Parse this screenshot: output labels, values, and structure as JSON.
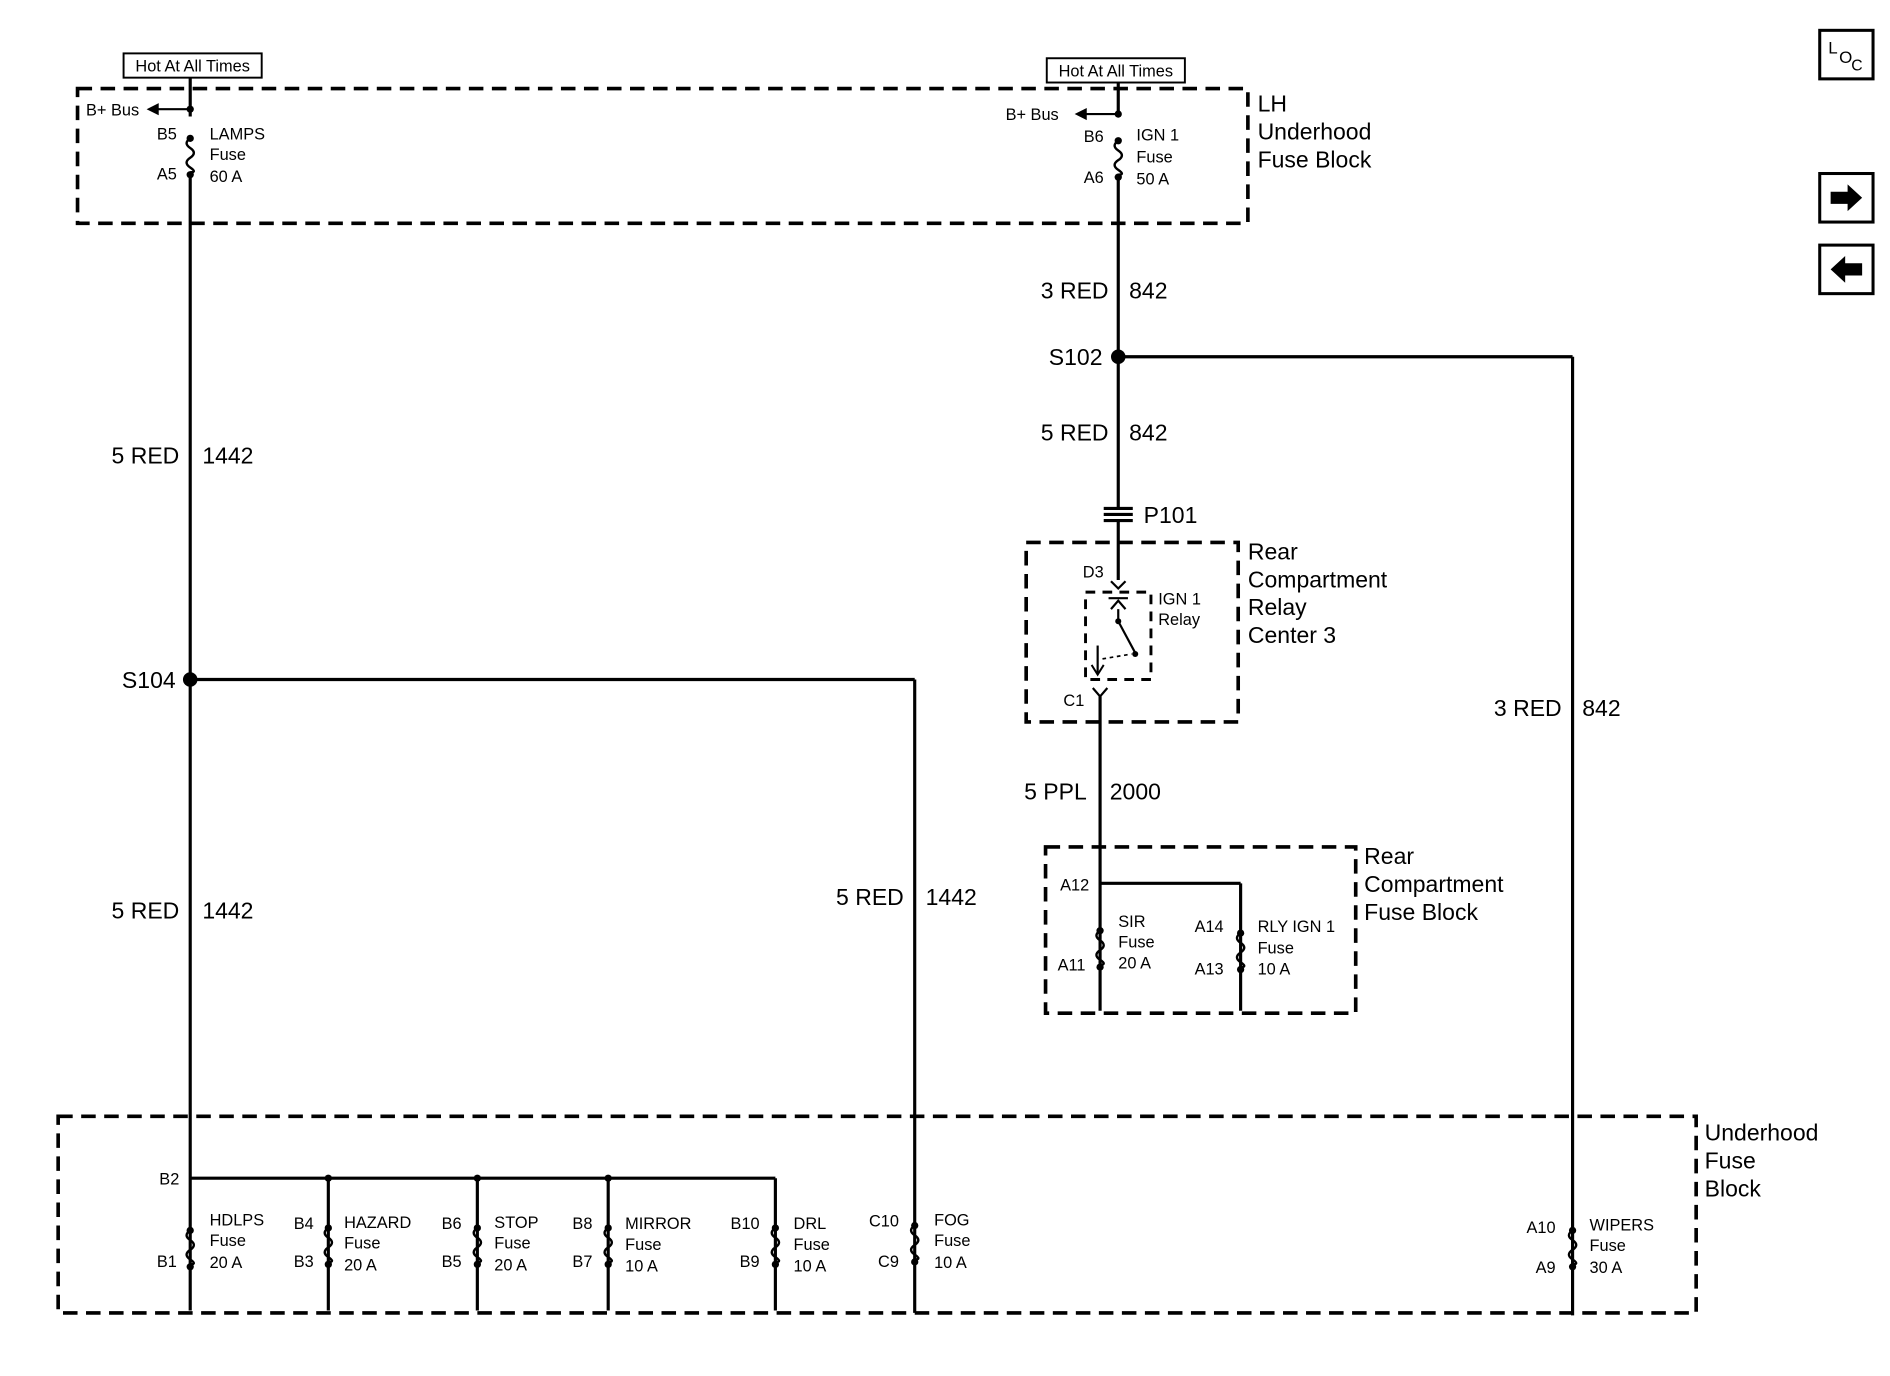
{
  "hot_label": "Hot At All Times",
  "bus_label": "B+ Bus",
  "fuse_word": "Fuse",
  "lh_block": {
    "line1": "LH",
    "line2": "Underhood",
    "line3": "Fuse Block"
  },
  "lamps_fuse": {
    "name": "LAMPS",
    "rating": "60 A",
    "pin_top": "B5",
    "pin_bottom": "A5"
  },
  "ign1_fuse": {
    "name": "IGN 1",
    "rating": "50 A",
    "pin_top": "B6",
    "pin_bottom": "A6"
  },
  "wires": {
    "w1442_top": {
      "gauge": "5 RED",
      "circuit": "1442"
    },
    "w1442_bottom": {
      "gauge": "5 RED",
      "circuit": "1442"
    },
    "w1442_fog": {
      "gauge": "5 RED",
      "circuit": "1442"
    },
    "w842_top": {
      "gauge": "3 RED",
      "circuit": "842"
    },
    "w842_mid": {
      "gauge": "5 RED",
      "circuit": "842"
    },
    "w842_right": {
      "gauge": "3 RED",
      "circuit": "842"
    },
    "w2000": {
      "gauge": "5 PPL",
      "circuit": "2000"
    }
  },
  "splices": {
    "s102": "S102",
    "s104": "S104"
  },
  "connector": "P101",
  "relay_center": {
    "line1": "Rear",
    "line2": "Compartment",
    "line3": "Relay",
    "line4": "Center 3",
    "pin_top": "D3",
    "pin_bottom": "C1",
    "relay_name": "IGN 1",
    "relay_word": "Relay"
  },
  "rear_fuse_block": {
    "line1": "Rear",
    "line2": "Compartment",
    "line3": "Fuse Block",
    "pin_a12": "A12",
    "fuses": [
      {
        "name": "SIR",
        "rating": "20 A",
        "pin_top": "",
        "pin_bottom": "A11"
      },
      {
        "name": "RLY IGN 1",
        "rating": "10 A",
        "pin_top": "A14",
        "pin_bottom": "A13"
      }
    ]
  },
  "underhood_block": {
    "line1": "Underhood",
    "line2": "Fuse",
    "line3": "Block",
    "pin_b2": "B2",
    "fuses": [
      {
        "name": "HDLPS",
        "rating": "20 A",
        "pin_top": "",
        "pin_bottom": "B1"
      },
      {
        "name": "HAZARD",
        "rating": "20 A",
        "pin_top": "B4",
        "pin_bottom": "B3"
      },
      {
        "name": "STOP",
        "rating": "20 A",
        "pin_top": "B6",
        "pin_bottom": "B5"
      },
      {
        "name": "MIRROR",
        "rating": "10 A",
        "pin_top": "B8",
        "pin_bottom": "B7"
      },
      {
        "name": "DRL",
        "rating": "10 A",
        "pin_top": "B10",
        "pin_bottom": "B9"
      },
      {
        "name": "FOG",
        "rating": "10 A",
        "pin_top": "C10",
        "pin_bottom": "C9"
      },
      {
        "name": "WIPERS",
        "rating": "30 A",
        "pin_top": "A10",
        "pin_bottom": "A9"
      }
    ]
  },
  "nav": {
    "loc_l": "L",
    "loc_o": "O",
    "loc_c": "C",
    "next_icon": "arrow-right-icon",
    "prev_icon": "arrow-left-icon"
  }
}
